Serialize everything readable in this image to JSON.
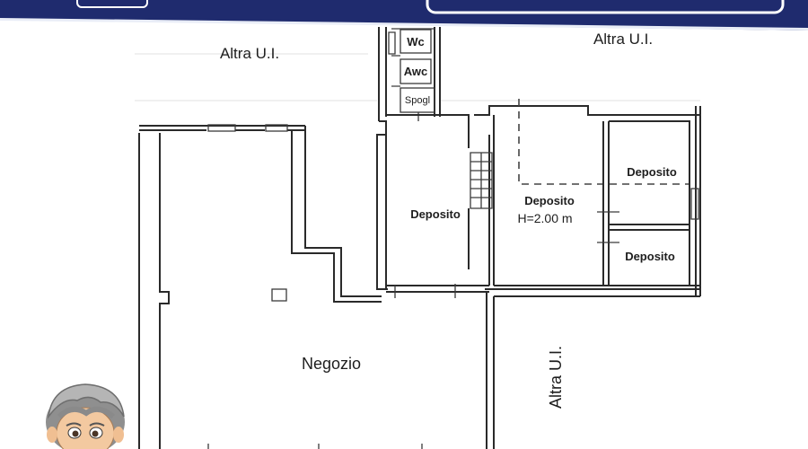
{
  "brand": {
    "colors": {
      "banner": "#1f2b6e",
      "stripe": "#e9edf7"
    }
  },
  "rooms": {
    "altra_top_left": "Altra U.I.",
    "altra_top_right": "Altra U.I.",
    "altra_right": "Altra U.I.",
    "wc": "Wc",
    "awc": "Awc",
    "spogl": "Spogl",
    "deposito_center": "Deposito",
    "deposito_main": "Deposito",
    "deposito_main_height": "H=2.00 m",
    "deposito_right_top": "Deposito",
    "deposito_right_bottom": "Deposito",
    "negozio": "Negozio"
  },
  "avatar": {
    "icon": "cartoon-agent-avatar-icon"
  }
}
